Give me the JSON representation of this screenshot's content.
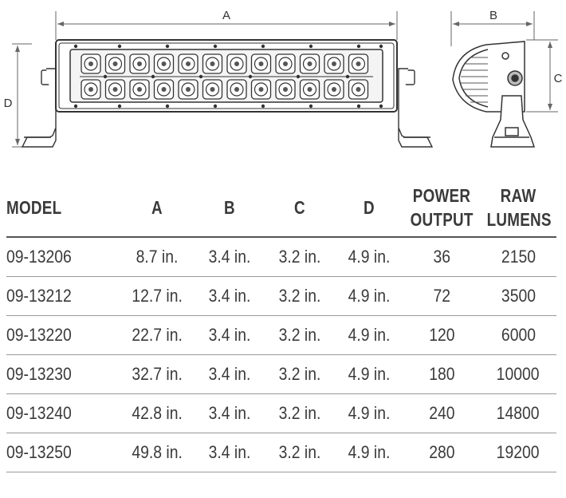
{
  "drawing": {
    "labels": {
      "a": "A",
      "b": "B",
      "c": "C",
      "d": "D"
    }
  },
  "table": {
    "headers": [
      {
        "lines": [
          "MODEL"
        ]
      },
      {
        "lines": [
          "A"
        ]
      },
      {
        "lines": [
          "B"
        ]
      },
      {
        "lines": [
          "C"
        ]
      },
      {
        "lines": [
          "D"
        ]
      },
      {
        "lines": [
          "POWER",
          "OUTPUT"
        ]
      },
      {
        "lines": [
          "RAW",
          "LUMENS"
        ]
      }
    ],
    "rows": [
      [
        "09-13206",
        "8.7 in.",
        "3.4 in.",
        "3.2 in.",
        "4.9 in.",
        "36",
        "2150"
      ],
      [
        "09-13212",
        "12.7 in.",
        "3.4 in.",
        "3.2 in.",
        "4.9 in.",
        "72",
        "3500"
      ],
      [
        "09-13220",
        "22.7 in.",
        "3.4 in.",
        "3.2 in.",
        "4.9 in.",
        "120",
        "6000"
      ],
      [
        "09-13230",
        "32.7 in.",
        "3.4 in.",
        "3.2 in.",
        "4.9 in.",
        "180",
        "10000"
      ],
      [
        "09-13240",
        "42.8 in.",
        "3.4 in.",
        "3.2 in.",
        "4.9 in.",
        "240",
        "14800"
      ],
      [
        "09-13250",
        "49.8 in.",
        "3.4 in.",
        "3.2 in.",
        "4.9 in.",
        "280",
        "19200"
      ]
    ]
  }
}
